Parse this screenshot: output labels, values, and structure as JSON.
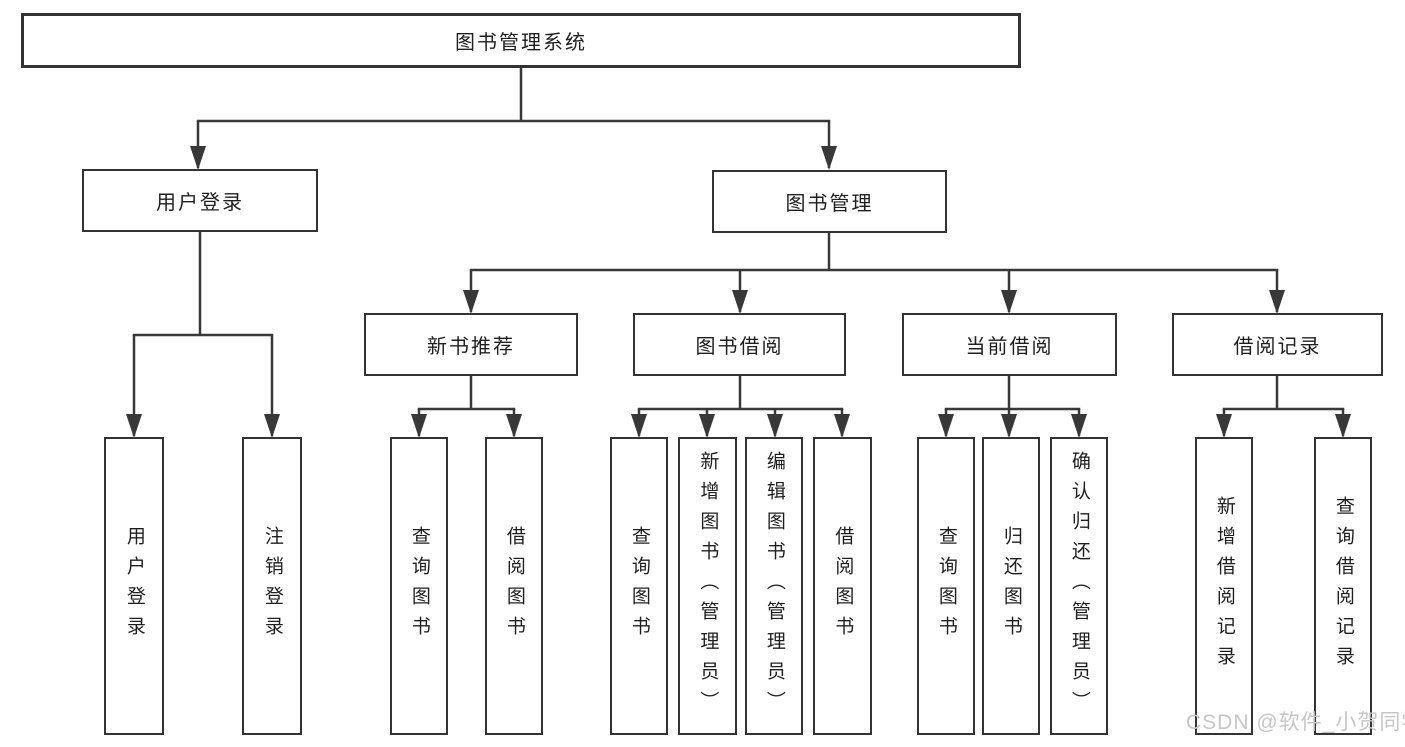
{
  "tree": {
    "root": "图书管理系统",
    "user_login": {
      "label": "用户登录",
      "children": [
        "用户登录",
        "注销登录"
      ]
    },
    "book_mgmt": {
      "label": "图书管理",
      "groups": [
        {
          "label": "新书推荐",
          "children": [
            "查询图书",
            "借阅图书"
          ]
        },
        {
          "label": "图书借阅",
          "children": [
            "查询图书",
            "新增图书（管理员）",
            "编辑图书（管理员）",
            "借阅图书"
          ]
        },
        {
          "label": "当前借阅",
          "children": [
            "查询图书",
            "归还图书",
            "确认归还（管理员）"
          ]
        },
        {
          "label": "借阅记录",
          "children": [
            "新增借阅记录",
            "查询借阅记录"
          ]
        }
      ]
    }
  },
  "colors": {
    "line": "#383838",
    "border": "#333333",
    "text": "#1f1f1f",
    "watermark": "#c6c6c6"
  },
  "watermark": {
    "text": "CSDN @软件_小贺同学"
  }
}
